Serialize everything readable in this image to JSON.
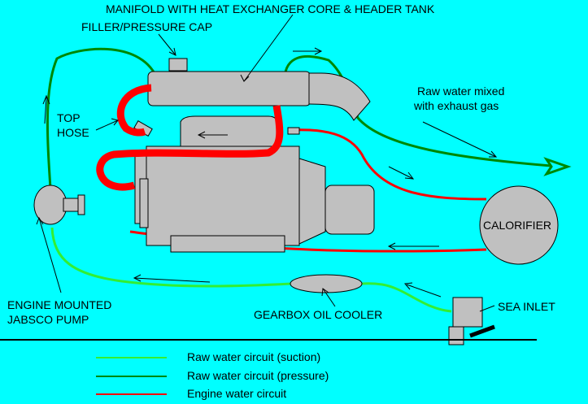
{
  "labels": {
    "manifold": "MANIFOLD WITH HEAT EXCHANGER CORE & HEADER TANK",
    "filler_cap": "FILLER/PRESSURE CAP",
    "top_hose_1": "TOP",
    "top_hose_2": "HOSE",
    "raw_water_mixed_1": "Raw water mixed",
    "raw_water_mixed_2": "with exhaust gas",
    "calorifier": "CALORIFIER",
    "pump_1": "ENGINE MOUNTED",
    "pump_2": "JABSCO PUMP",
    "gearbox_cooler": "GEARBOX OIL COOLER",
    "sea_inlet": "SEA INLET"
  },
  "legend": [
    {
      "label": "Raw water circuit (suction)",
      "color": "#33ee33"
    },
    {
      "label": "Raw water circuit (pressure)",
      "color": "#008800"
    },
    {
      "label": "Engine water circuit",
      "color": "#ff0000"
    }
  ],
  "colors": {
    "background": "#00ffff",
    "suction": "#33ee33",
    "pressure": "#008800",
    "engine": "#ff0000",
    "parts": "#c0c0c0"
  }
}
